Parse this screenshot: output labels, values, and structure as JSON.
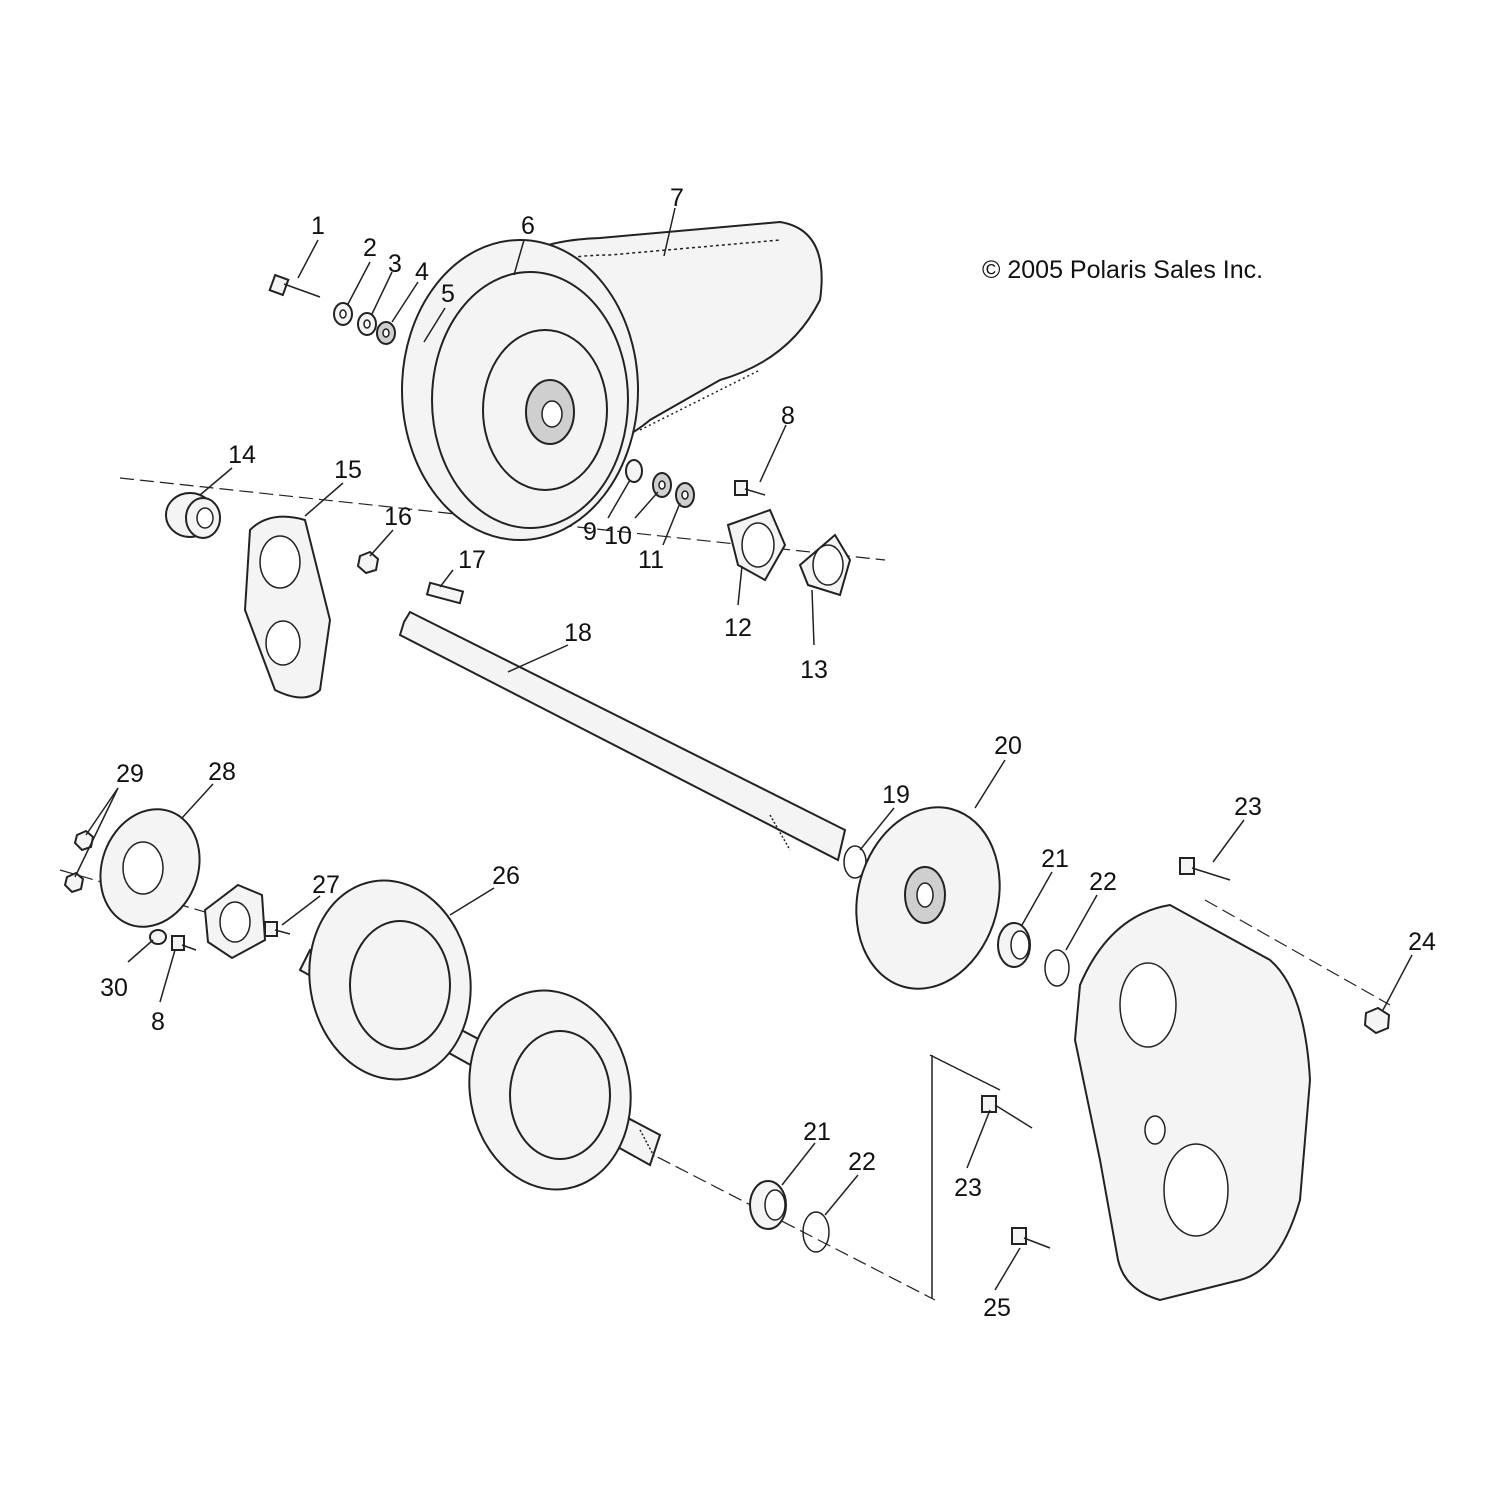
{
  "copyright": "© 2005 Polaris Sales Inc.",
  "callouts": [
    "1",
    "2",
    "3",
    "4",
    "5",
    "6",
    "7",
    "8",
    "8",
    "9",
    "10",
    "11",
    "12",
    "13",
    "14",
    "15",
    "16",
    "17",
    "18",
    "19",
    "20",
    "21",
    "21",
    "22",
    "22",
    "23",
    "23",
    "24",
    "25",
    "26",
    "27",
    "28",
    "29",
    "30"
  ]
}
